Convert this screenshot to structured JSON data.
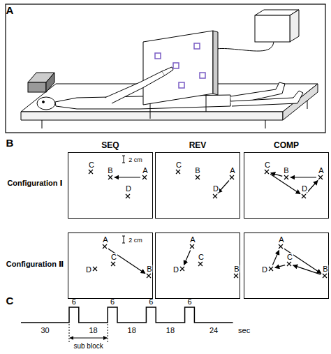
{
  "diagram": {
    "nodes": [
      {
        "text": [
          "2 cm",
          "C",
          "B",
          "A",
          "D"
        ]
      },
      {
        "text": [
          "C",
          "B",
          "A",
          "D"
        ]
      },
      {
        "text": [
          "C",
          "B",
          "A",
          "D"
        ]
      },
      {
        "text": [
          "2 cm",
          "A",
          "C",
          "D",
          "B"
        ]
      },
      {
        "text": [
          "A",
          "C",
          "D",
          "B"
        ]
      },
      {
        "text": [
          "A",
          "C",
          "D",
          "B"
        ]
      }
    ],
    "labels": [
      "A",
      "B",
      "SEQ",
      "REV",
      "COMP",
      "Configuration Ⅰ",
      "Configuration Ⅱ",
      "C",
      "6",
      "6",
      "6",
      "6",
      "30",
      "18",
      "18",
      "18",
      "24",
      "sec",
      "sub block"
    ]
  }
}
